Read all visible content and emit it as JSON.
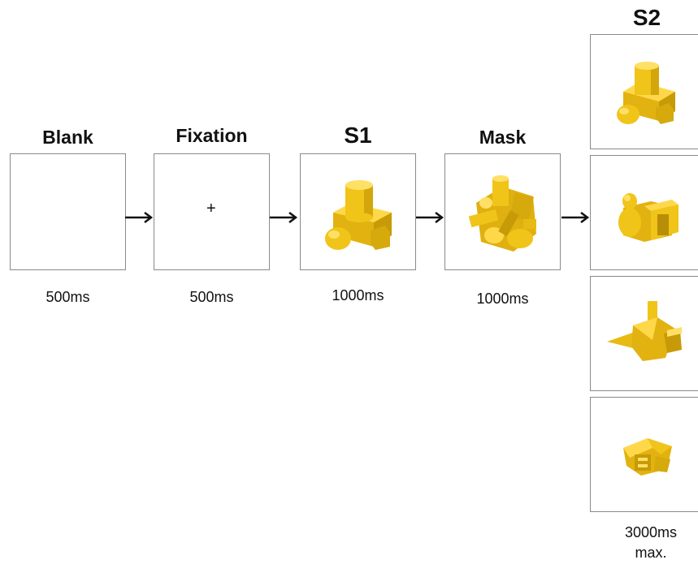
{
  "stages": [
    {
      "title": "Blank",
      "duration": "500ms"
    },
    {
      "title": "Fixation",
      "duration": "500ms",
      "symbol": "+"
    },
    {
      "title": "S1",
      "duration": "1000ms"
    },
    {
      "title": "Mask",
      "duration": "1000ms"
    }
  ],
  "s2": {
    "title": "S2",
    "duration_line1": "3000ms",
    "duration_line2": "max."
  },
  "colors": {
    "object": "#f0c419",
    "object_dark": "#c79a08",
    "object_light": "#ffe066",
    "frame_border": "#8a8a8a",
    "arrow": "#111111"
  }
}
